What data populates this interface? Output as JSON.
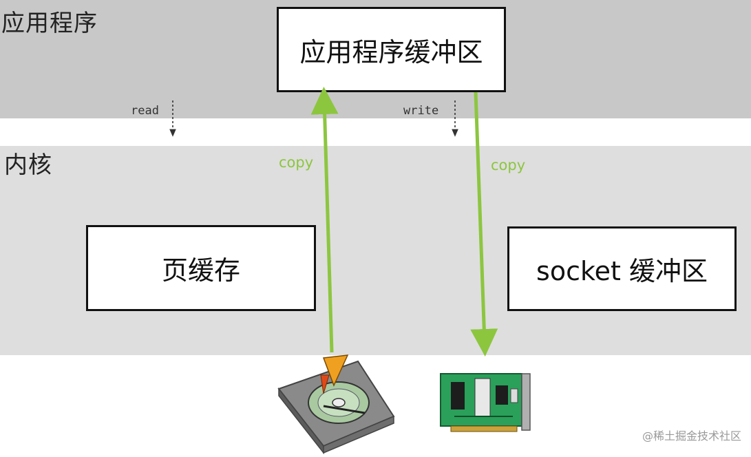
{
  "regions": {
    "application": "应用程序",
    "kernel": "内核"
  },
  "boxes": {
    "app_buffer": "应用程序缓冲区",
    "page_cache": "页缓存",
    "socket_buffer": "socket 缓冲区"
  },
  "calls": {
    "read": "read",
    "write": "write"
  },
  "copies": {
    "up": "copy",
    "down": "copy"
  },
  "devices": {
    "disk": "hard-disk-icon",
    "nic": "network-card-icon"
  },
  "colors": {
    "app_band": "#c8c8c8",
    "kernel_band": "#dedede",
    "copy_arrow": "#8cc63f"
  },
  "watermark": "@稀土掘金技术社区"
}
